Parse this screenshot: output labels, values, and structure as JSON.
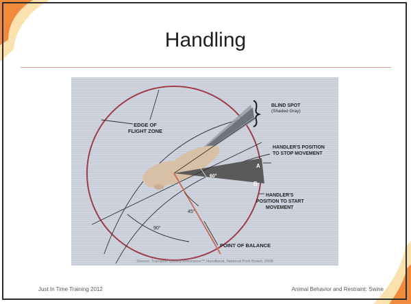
{
  "slide": {
    "title": "Handling",
    "footer_left": "Just In Time Training 2012",
    "footer_right": "Animal Behavior and Restraint: Swine"
  },
  "figure": {
    "labels": {
      "edge_line1": "EDGE OF",
      "edge_line2": "FLIGHT ZONE",
      "blind_line1": "BLIND SPOT",
      "blind_line2": "(Shaded Gray)",
      "stop_line1": "HANDLER'S POSITION",
      "stop_line2": "TO STOP MOVEMENT",
      "start_line1": "HANDLER'S",
      "start_line2": "POSITION TO START",
      "start_line3": "MOVEMENT",
      "point_a": "A",
      "point_b": "B",
      "angle_60": "60°",
      "angle_45": "45°",
      "angle_90": "90°",
      "balance": "POINT OF BALANCE",
      "source": "Source: Transport Quality Assurance™ Handbook, National Pork Board, 2008"
    }
  },
  "colors": {
    "circle": "#a03a45",
    "balance_line": "#c87058",
    "deco_orange": "#f08a3c",
    "deco_yellow": "#f6c86a",
    "figure_bg": "#ccd1dc"
  }
}
